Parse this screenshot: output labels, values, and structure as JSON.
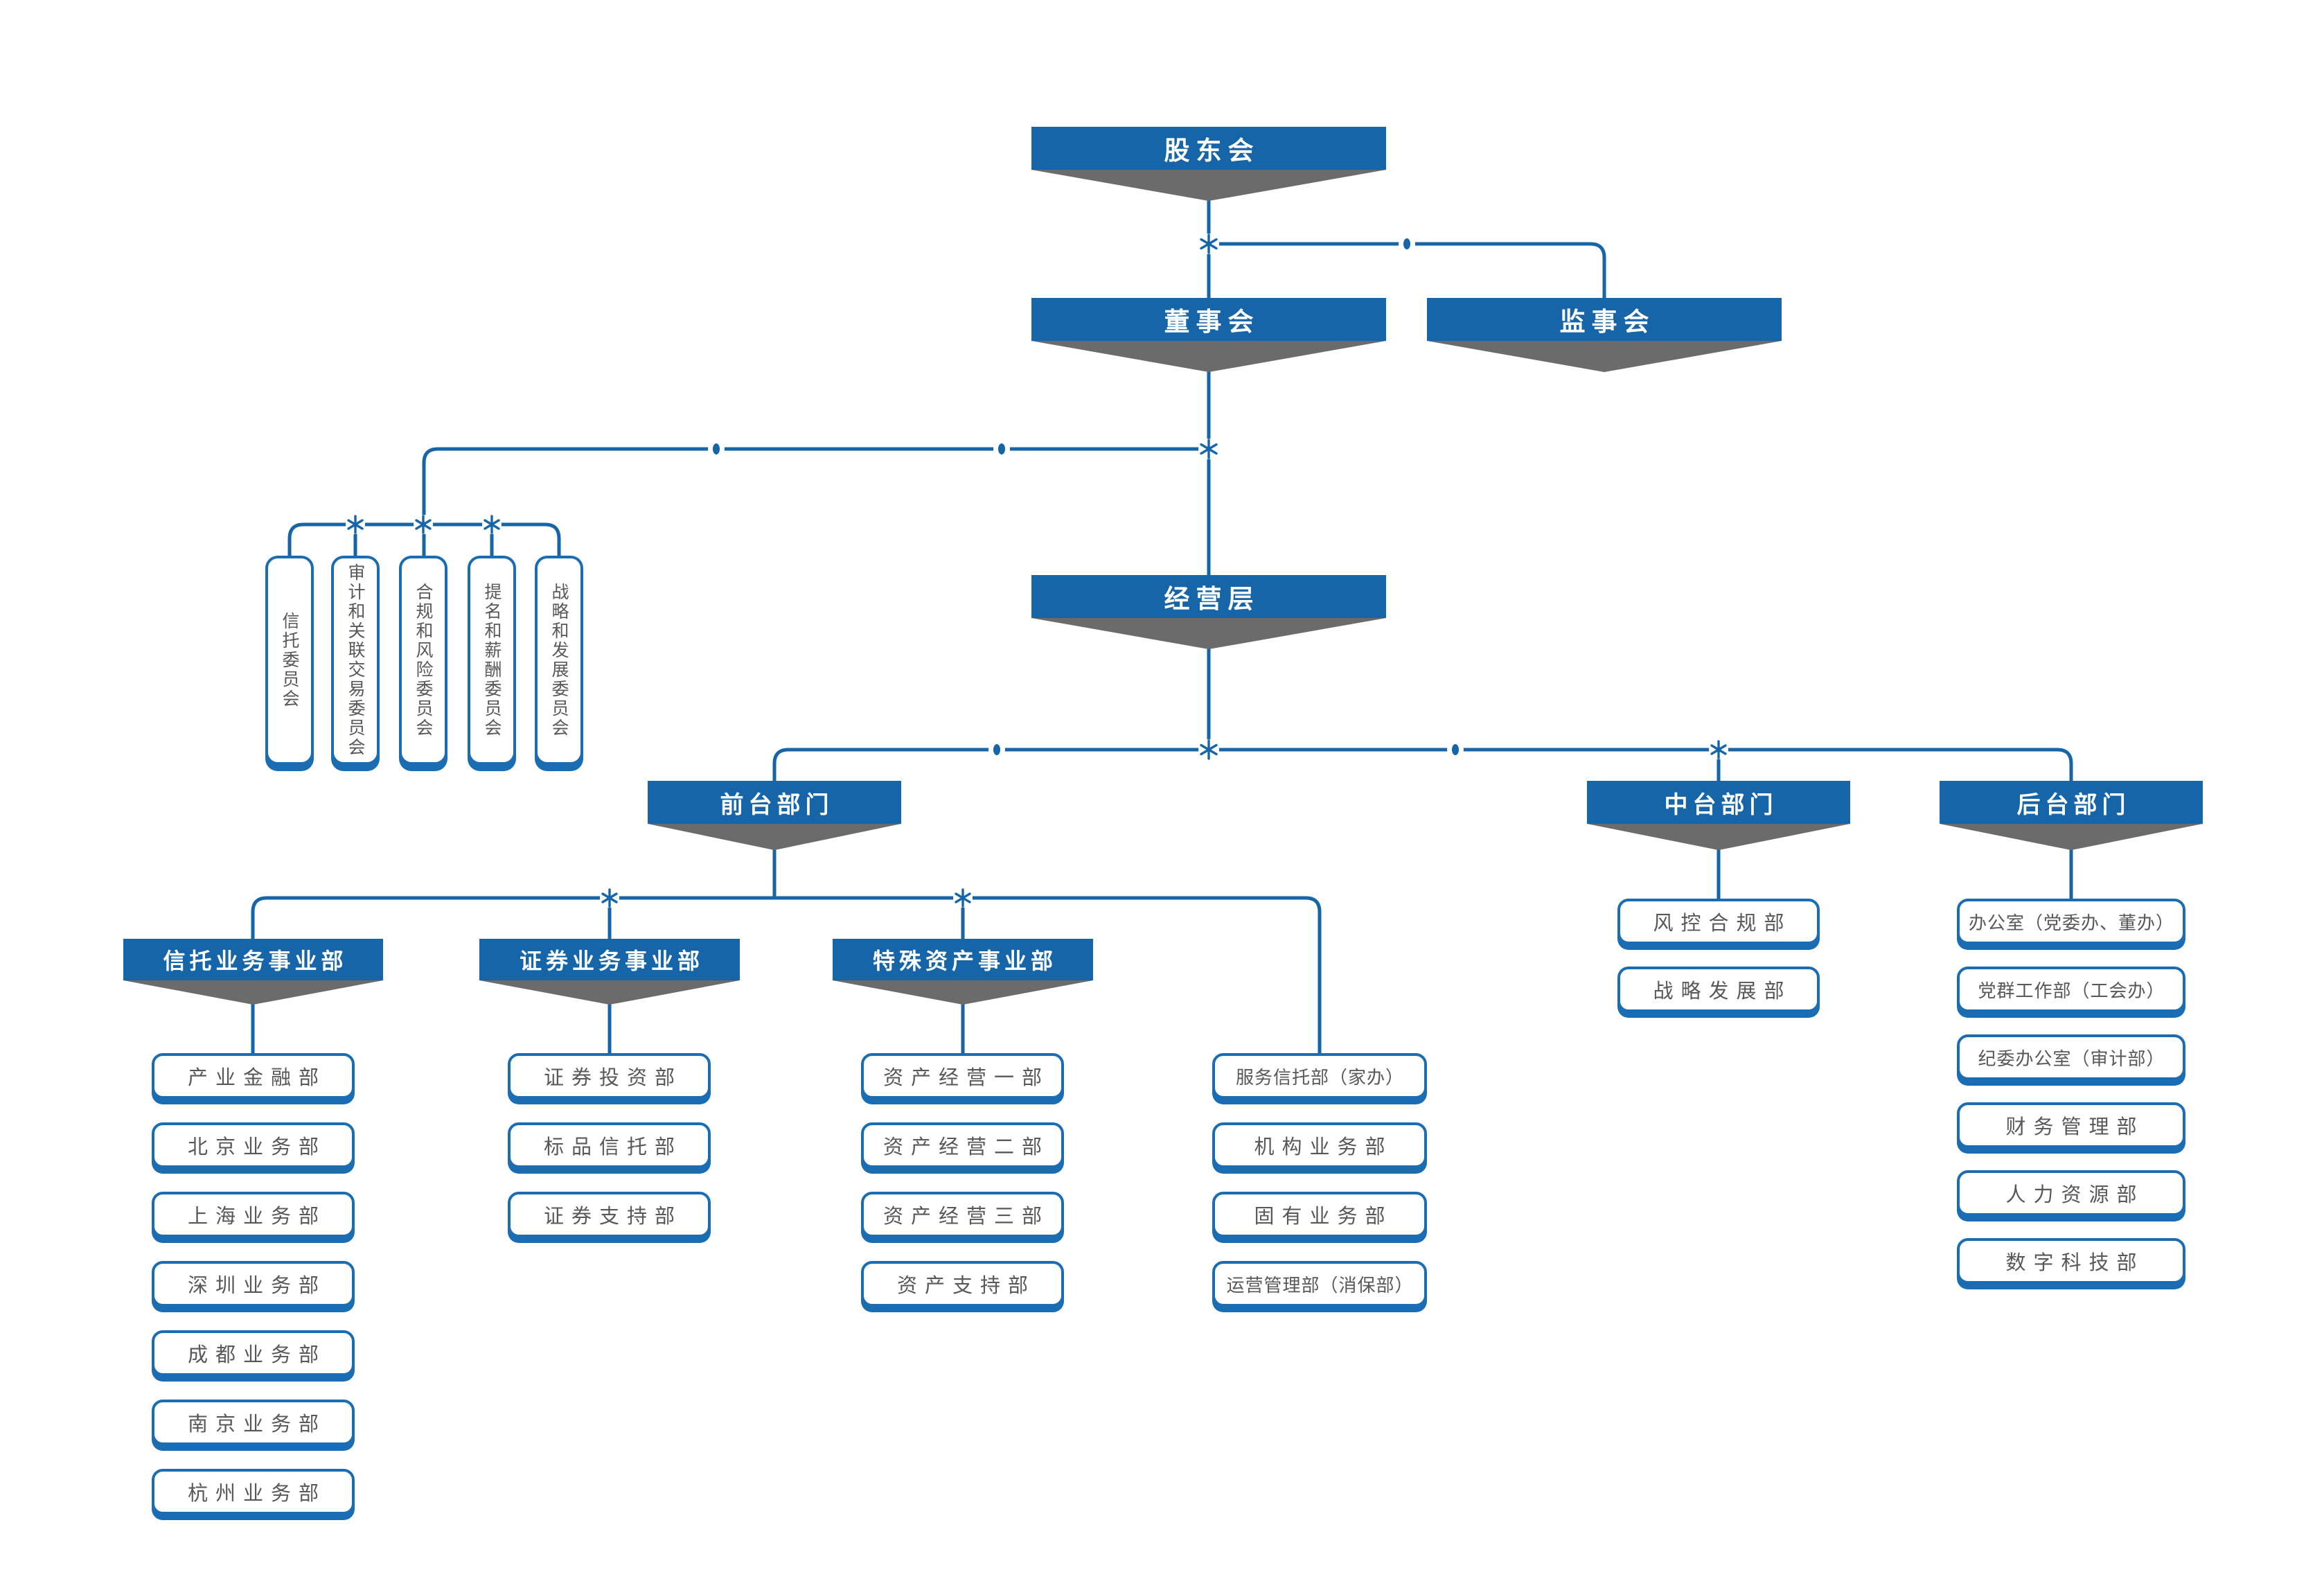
{
  "root": {
    "shareholders": "股东会",
    "board": "董事会",
    "supervisors": "监事会",
    "management": "经营层"
  },
  "committees": [
    "信托委员会",
    "审计和关联交易委员会",
    "合规和风险委员会",
    "提名和薪酬委员会",
    "战略和发展委员会"
  ],
  "front": {
    "label": "前台部门",
    "divisions": [
      {
        "label": "信托业务事业部",
        "items": [
          "产业金融部",
          "北京业务部",
          "上海业务部",
          "深圳业务部",
          "成都业务部",
          "南京业务部",
          "杭州业务部"
        ]
      },
      {
        "label": "证券业务事业部",
        "items": [
          "证券投资部",
          "标品信托部",
          "证券支持部"
        ]
      },
      {
        "label": "特殊资产事业部",
        "items": [
          "资产经营一部",
          "资产经营二部",
          "资产经营三部",
          "资产支持部"
        ]
      },
      {
        "label": "",
        "items": [
          "服务信托部（家办）",
          "机构业务部",
          "固有业务部",
          "运营管理部（消保部）"
        ]
      }
    ]
  },
  "middle": {
    "label": "中台部门",
    "items": [
      "风控合规部",
      "战略发展部"
    ]
  },
  "back": {
    "label": "后台部门",
    "items": [
      "办公室（党委办、董办）",
      "党群工作部（工会办）",
      "纪委办公室（审计部）",
      "财务管理部",
      "人力资源部",
      "数字科技部"
    ]
  },
  "colors": {
    "banner_blue": "#1565a8",
    "box_border_blue": "#1b6db3",
    "line_blue": "#1565a8",
    "chevron_gray": "#6b6b6b",
    "text_gray": "#595757"
  }
}
